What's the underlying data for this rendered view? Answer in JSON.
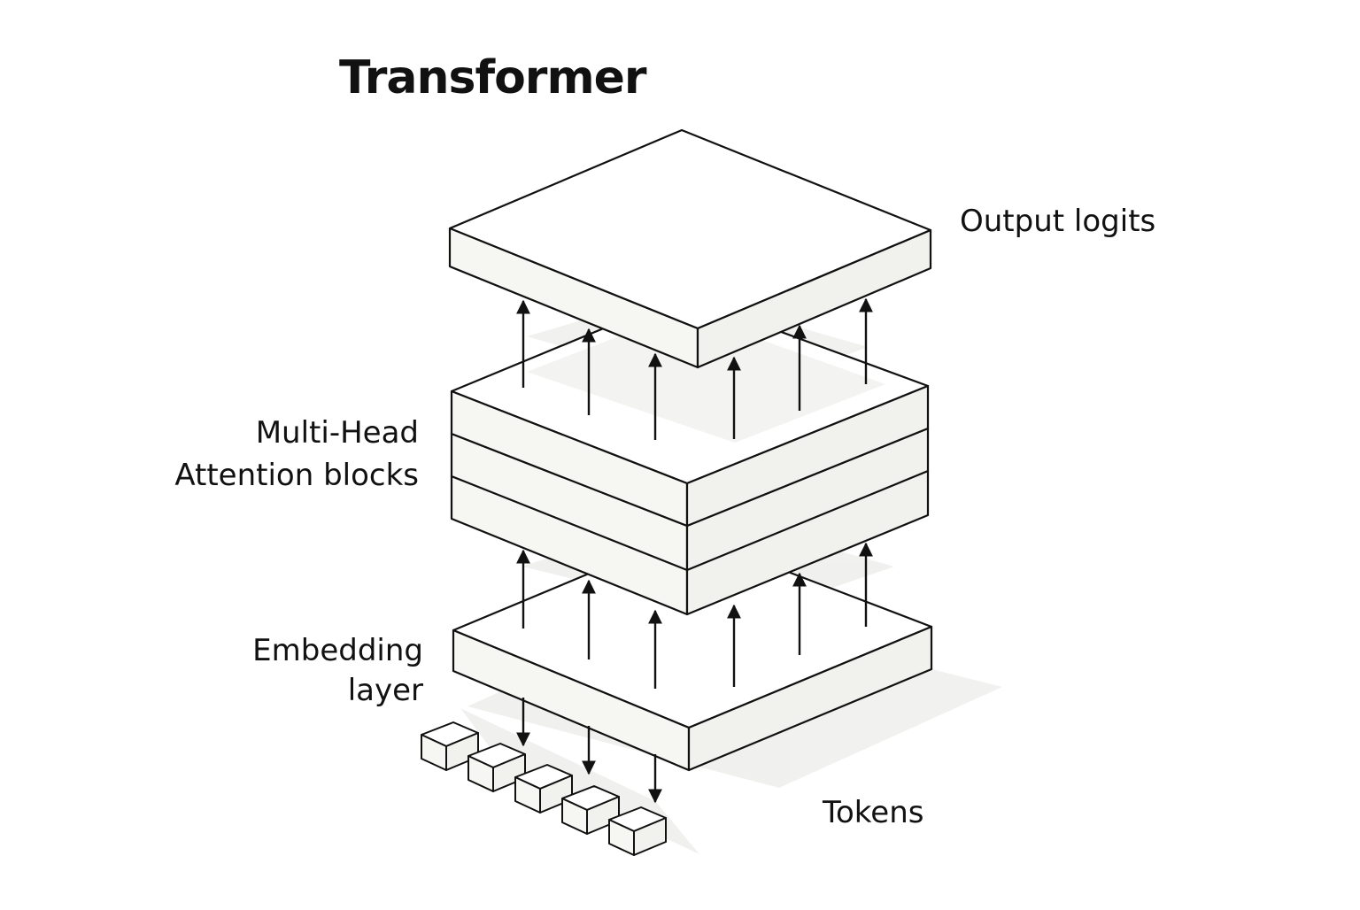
{
  "title": "Transformer",
  "labels": {
    "output": "Output logits",
    "attention_line1": "Multi-Head",
    "attention_line2": "Attention blocks",
    "embedding_line1": "Embedding",
    "embedding_line2": "layer",
    "tokens": "Tokens"
  },
  "layers": [
    {
      "name": "output-logits-layer",
      "label_key": "output"
    },
    {
      "name": "attention-block-1",
      "label_key": "attention"
    },
    {
      "name": "attention-block-2",
      "label_key": "attention"
    },
    {
      "name": "attention-block-3",
      "label_key": "attention"
    },
    {
      "name": "embedding-layer",
      "label_key": "embedding"
    }
  ],
  "token_count": 5,
  "colors": {
    "stroke": "#111111",
    "slab_top": "#ffffff",
    "slab_left": "#f6f6f3",
    "slab_right": "#f1f1ee",
    "shadow": "#ececea"
  }
}
